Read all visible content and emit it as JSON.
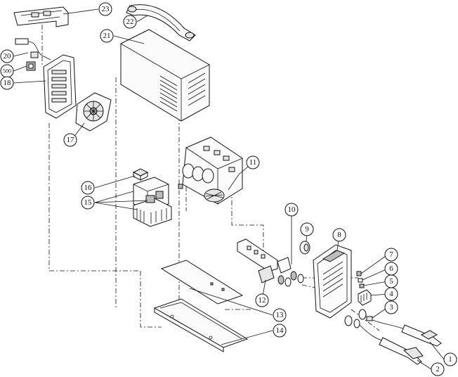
{
  "callouts": [
    {
      "id": "1",
      "label": "1"
    },
    {
      "id": "2",
      "label": "2"
    },
    {
      "id": "3",
      "label": "3"
    },
    {
      "id": "4",
      "label": "4"
    },
    {
      "id": "5",
      "label": "5"
    },
    {
      "id": "6",
      "label": "6"
    },
    {
      "id": "7",
      "label": "7"
    },
    {
      "id": "8",
      "label": "8"
    },
    {
      "id": "9",
      "label": "9"
    },
    {
      "id": "10",
      "label": "10"
    },
    {
      "id": "11",
      "label": "11"
    },
    {
      "id": "12",
      "label": "12"
    },
    {
      "id": "13",
      "label": "13"
    },
    {
      "id": "14",
      "label": "14"
    },
    {
      "id": "15",
      "label": "15"
    },
    {
      "id": "16",
      "label": "16"
    },
    {
      "id": "17",
      "label": "17"
    },
    {
      "id": "18",
      "label": "18"
    },
    {
      "id": "20",
      "label": "20"
    },
    {
      "id": "500",
      "label": "500"
    },
    {
      "id": "21",
      "label": "21"
    },
    {
      "id": "22",
      "label": "22"
    },
    {
      "id": "23",
      "label": "23"
    }
  ]
}
